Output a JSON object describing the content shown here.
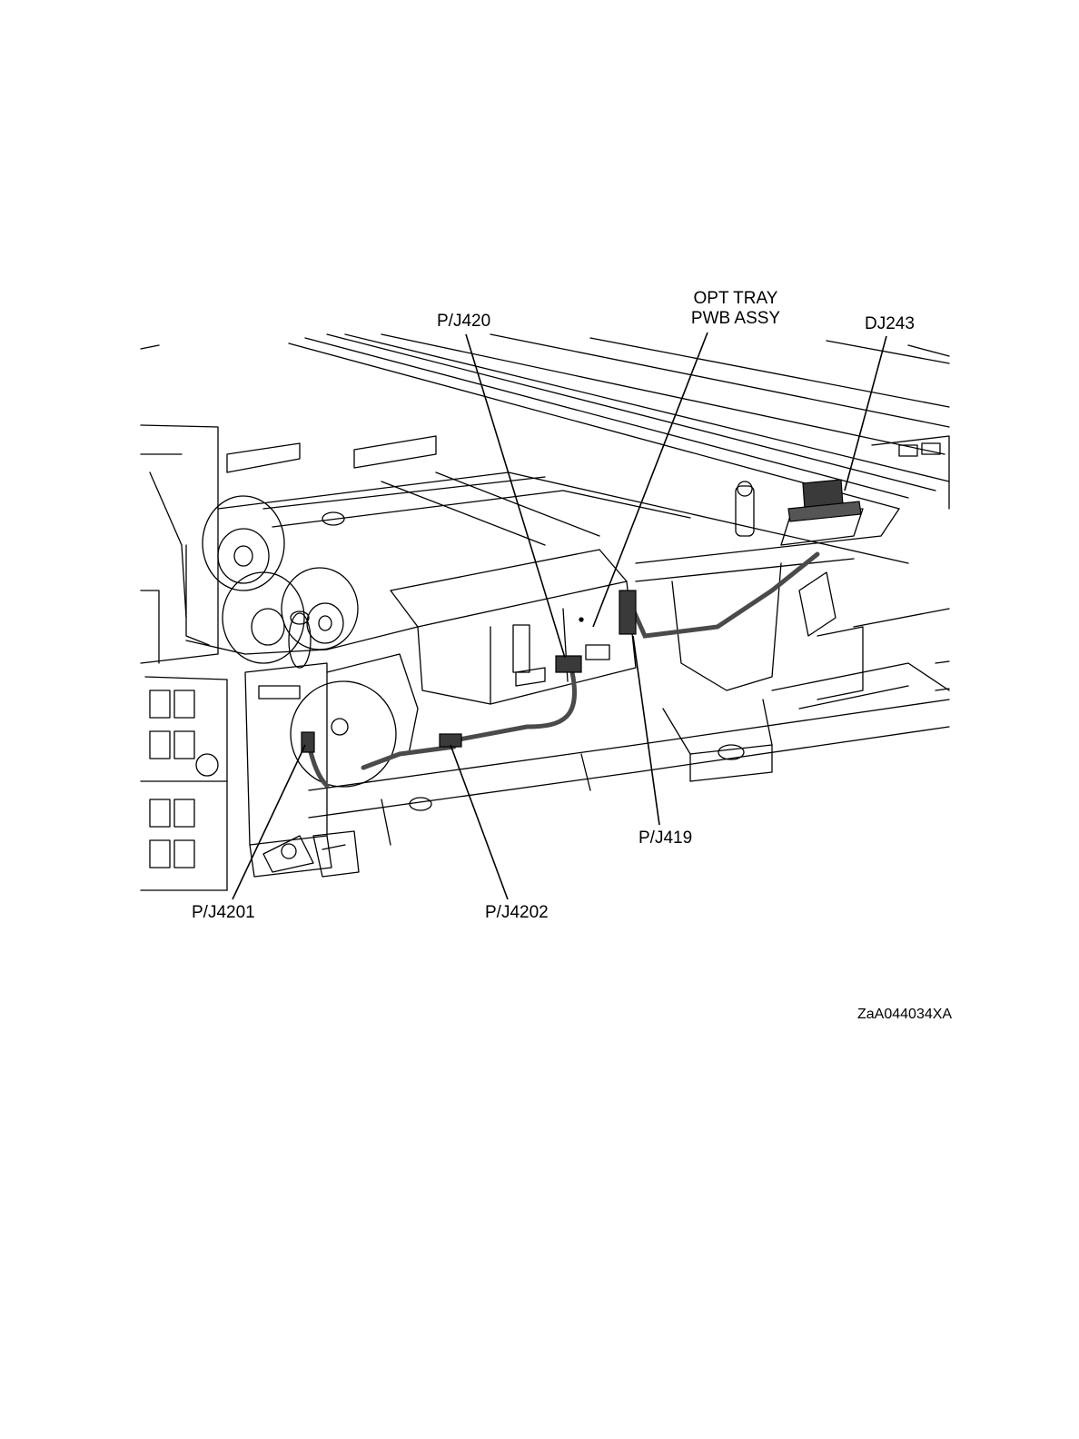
{
  "labels": {
    "opt_tray_line1": "OPT TRAY",
    "opt_tray_line2": "PWB ASSY",
    "pj420": "P/J420",
    "dj243": "DJ243",
    "pj419": "P/J419",
    "pj4201": "P/J4201",
    "pj4202": "P/J4202"
  },
  "figure_code": "ZaA044034XA",
  "colors": {
    "line": "#000000",
    "connector": "#3a3a3a",
    "harness": "#4a4a4a",
    "background": "#ffffff"
  }
}
